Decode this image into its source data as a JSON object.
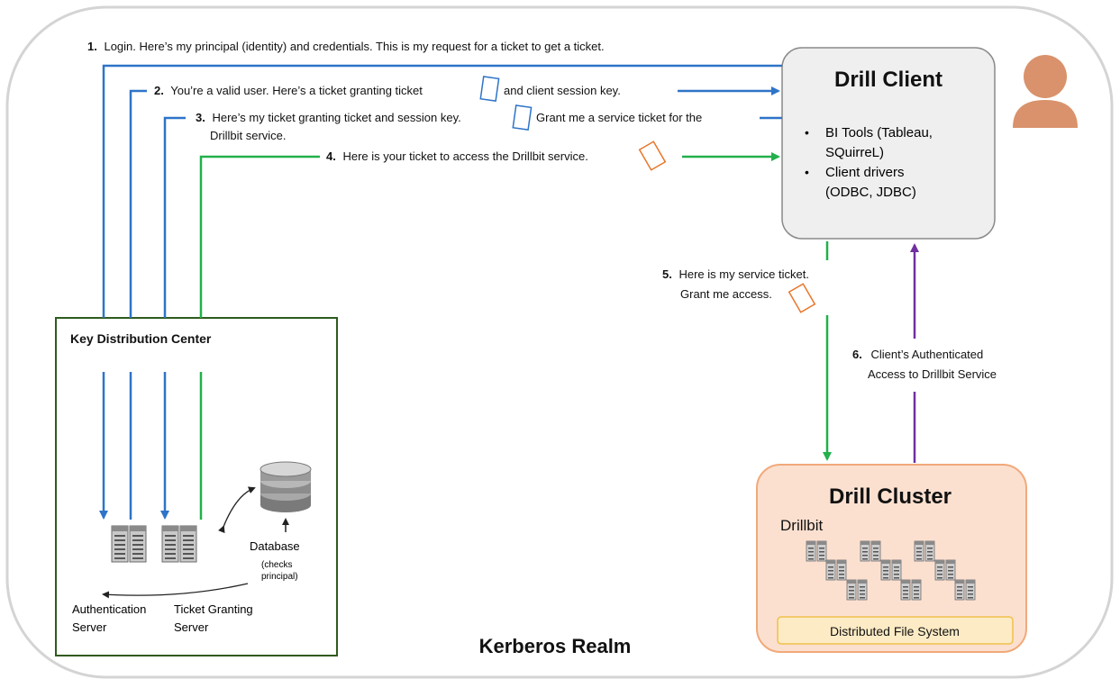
{
  "realm": {
    "title": "Kerberos Realm"
  },
  "client": {
    "title": "Drill Client",
    "bullets": [
      [
        "BI Tools (Tableau,",
        "SQuirreL)"
      ],
      [
        "Client drivers",
        "(ODBC, JDBC)"
      ]
    ]
  },
  "kdc": {
    "title": "Key Distribution Center",
    "auth_server": [
      "Authentication",
      "Server"
    ],
    "tgs": [
      "Ticket Granting",
      "Server"
    ],
    "database": "Database",
    "database_note": [
      "(checks",
      "principal)"
    ]
  },
  "cluster": {
    "title": "Drill Cluster",
    "drillbit": "Drillbit",
    "dfs": "Distributed File System"
  },
  "steps": [
    {
      "num": "1.",
      "lines": [
        "Login.  Here’s my principal (identity) and credentials. This is my request for a ticket to get a ticket."
      ]
    },
    {
      "num": "2.",
      "lines": [
        "You’re a valid user. Here’s a ticket granting ticket",
        "and client session key."
      ]
    },
    {
      "num": "3.",
      "lines": [
        "Here’s my ticket granting ticket and session key.",
        "Grant me a service ticket for the",
        "Drillbit service."
      ]
    },
    {
      "num": "4.",
      "lines": [
        "Here is your ticket to access the Drillbit service."
      ]
    },
    {
      "num": "5.",
      "lines": [
        "Here is my service ticket.",
        "Grant me access."
      ]
    },
    {
      "num": "6.",
      "lines": [
        "Client’s Authenticated",
        "Access to Drillbit Service"
      ]
    }
  ],
  "colors": {
    "request_arrow": "#2e74c8",
    "ticket_arrow": "#22b04b",
    "access_arrow": "#7030a0",
    "kdc_border": "#2f5a1e",
    "client_fill": "#efefef",
    "cluster_fill": "#fbe0d0",
    "cluster_border": "#f1a97a",
    "dfs_fill": "#fdebc5",
    "dfs_border": "#f2c04c",
    "ticket_orange": "#e8762b",
    "ticket_blue": "#2e74c8",
    "user_icon": "#d9926b"
  },
  "icons": [
    "user-icon",
    "server-icon",
    "database-icon",
    "ticket-icon"
  ]
}
